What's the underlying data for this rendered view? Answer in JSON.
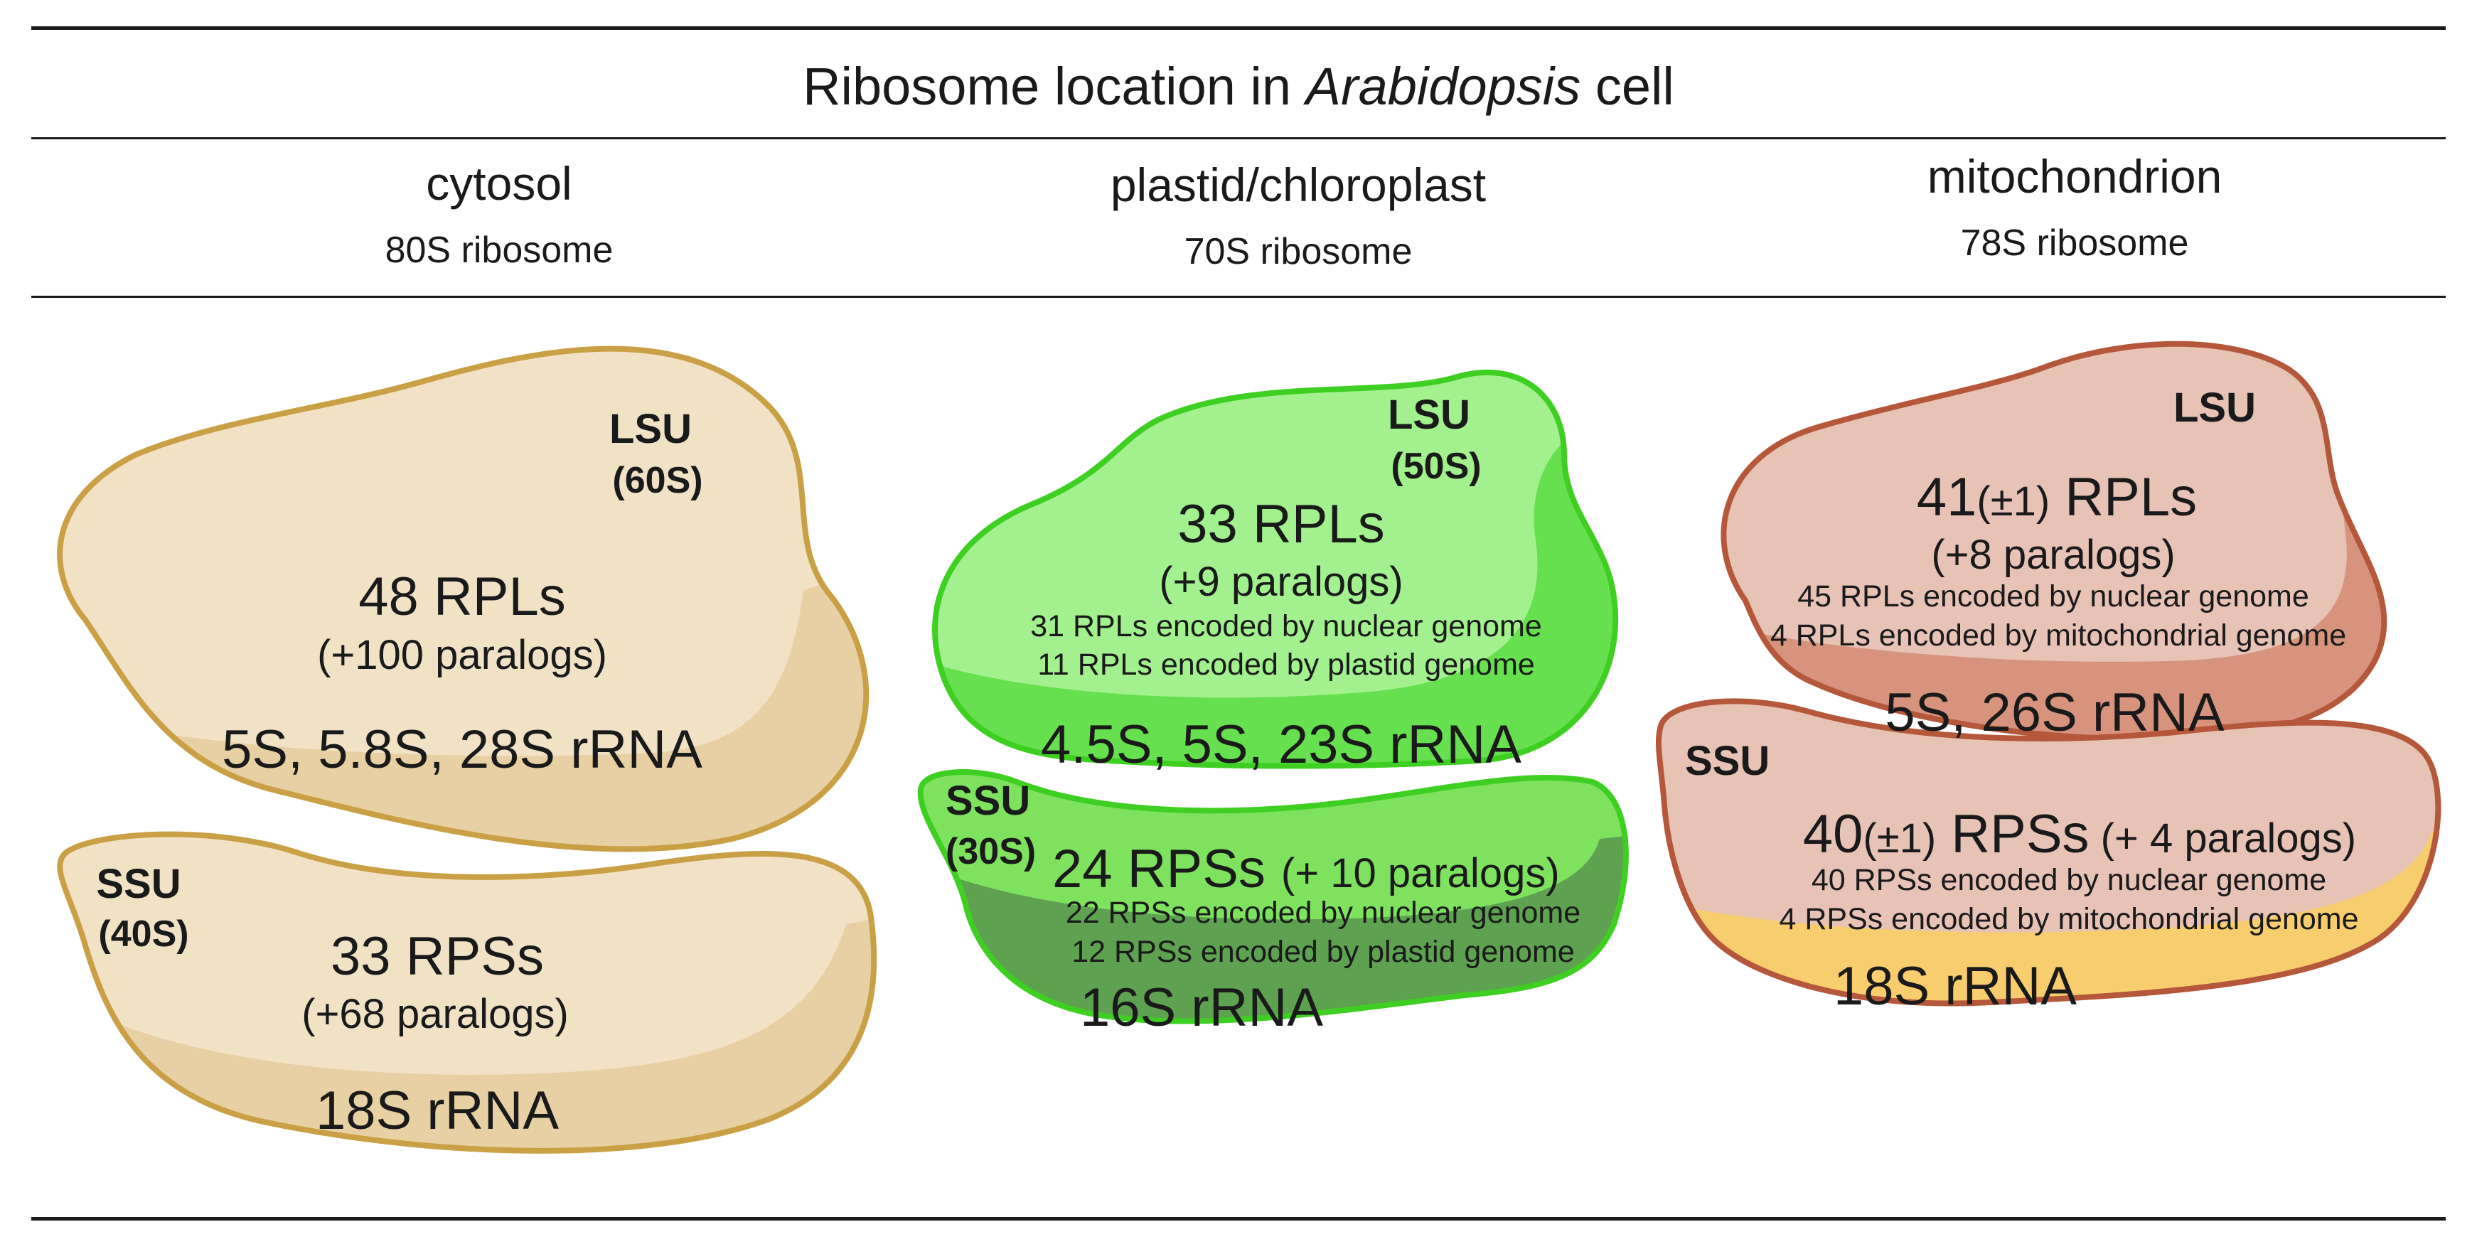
{
  "title": {
    "prefix": "Ribosome location in ",
    "organism": "Arabidopsis",
    "suffix": " cell"
  },
  "columns": [
    {
      "name": "cytosol",
      "ribosome": "80S ribosome"
    },
    {
      "name": "plastid/chloroplast",
      "ribosome": "70S ribosome"
    },
    {
      "name": "mitochondrion",
      "ribosome": "78S ribosome"
    }
  ],
  "colors": {
    "cytosol_fill": "#f1e2c6",
    "cytosol_shade": "#e7d0a3",
    "cytosol_outline": "#c9a045",
    "plastid_lsu_fill": "#a2f08e",
    "plastid_lsu_shade": "#67e04f",
    "plastid_ssu_fill": "#7ee25f",
    "plastid_ssu_shade": "#5ea151",
    "plastid_outline": "#3fcf22",
    "mito_fill": "#e6c3b5",
    "mito_lsu_shade": "#d7937e",
    "mito_ssu_shade": "#f7cd6e",
    "mito_outline": "#b5573b"
  },
  "cytosol": {
    "lsu": {
      "label": "LSU",
      "unit": "(60S)",
      "proteins": "48 RPLs",
      "paralogs": "(+100 paralogs)",
      "rrna": "5S, 5.8S, 28S rRNA"
    },
    "ssu": {
      "label": "SSU",
      "unit": "(40S)",
      "proteins": "33 RPSs",
      "paralogs": "(+68 paralogs)",
      "rrna": "18S rRNA"
    }
  },
  "plastid": {
    "lsu": {
      "label": "LSU",
      "unit": "(50S)",
      "proteins": "33 RPLs",
      "paralogs": "(+9 paralogs)",
      "nuclear": "31 RPLs encoded by nuclear genome",
      "organelle": "11 RPLs encoded by plastid genome",
      "rrna": "4.5S, 5S, 23S rRNA"
    },
    "ssu": {
      "label": "SSU",
      "unit": "(30S)",
      "proteins": "24 RPSs",
      "paralogs": "(+ 10 paralogs)",
      "nuclear": "22 RPSs encoded by nuclear genome",
      "organelle": "12 RPSs encoded by plastid genome",
      "rrna": "16S rRNA"
    }
  },
  "mito": {
    "lsu": {
      "label": "LSU",
      "count": "41",
      "variance": "(±1)",
      "proteins": " RPLs",
      "paralogs": "(+8 paralogs)",
      "nuclear": "45 RPLs encoded by nuclear genome",
      "organelle": "4 RPLs encoded by mitochondrial genome",
      "rrna": "5S, 26S rRNA"
    },
    "ssu": {
      "label": "SSU",
      "count": "40",
      "variance": "(±1)",
      "proteins": " RPSs",
      "paralogs": " (+ 4 paralogs)",
      "nuclear": "40 RPSs encoded by nuclear genome",
      "organelle": "4 RPSs encoded by mitochondrial genome",
      "rrna": "18S rRNA"
    }
  }
}
